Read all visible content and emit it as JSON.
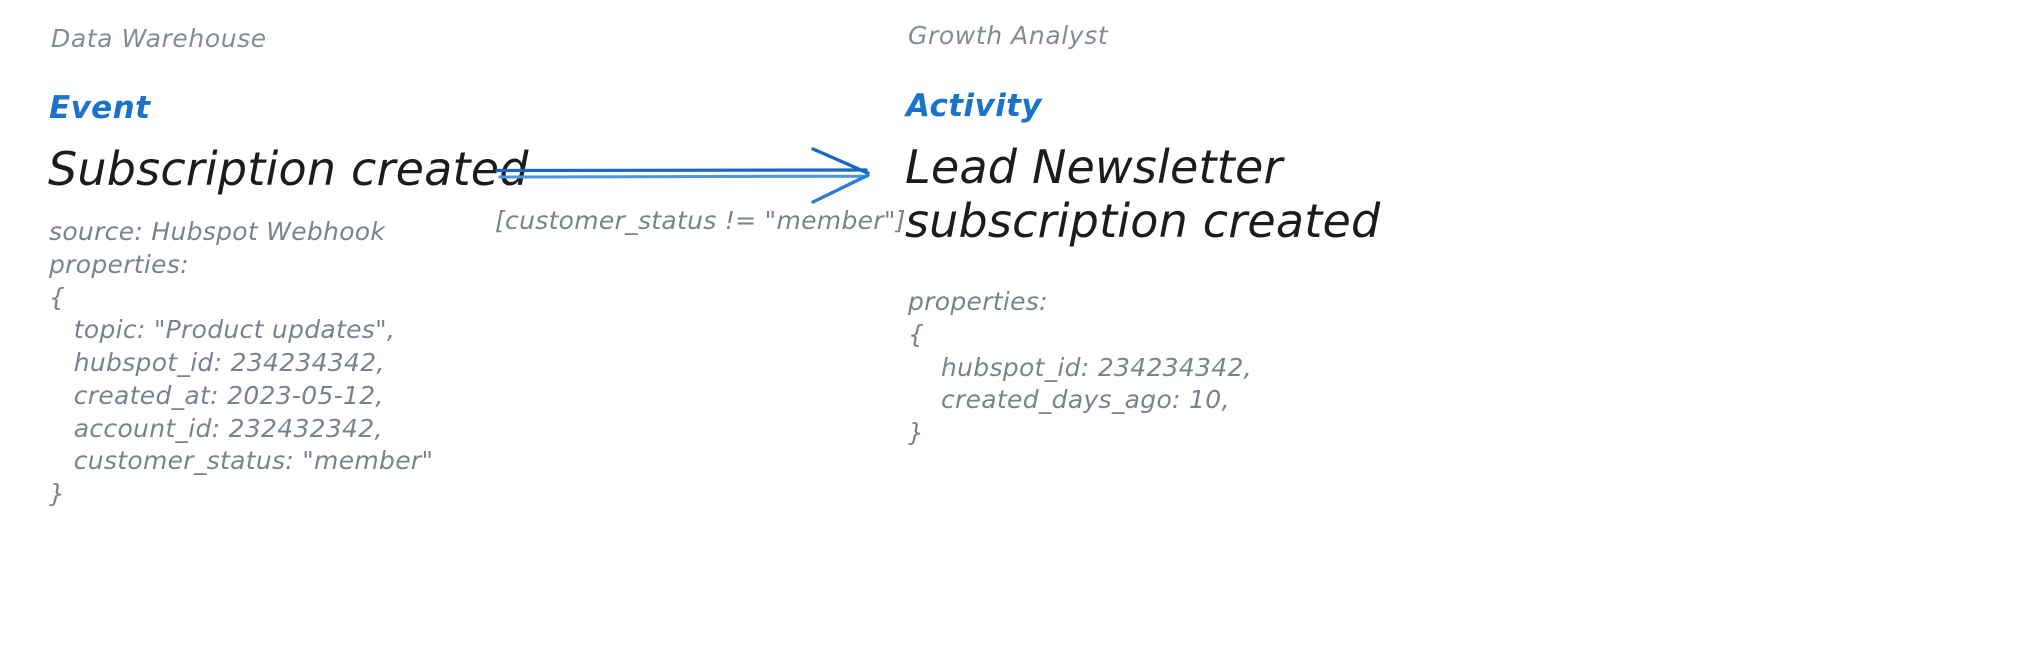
{
  "diagram": {
    "type": "event-to-activity-mapping",
    "background_color": "#ffffff",
    "accent_color": "#1a73c8",
    "muted_color": "#79838f",
    "title_color": "#1c1c1c"
  },
  "nodes": [
    {
      "id": "event",
      "owner": "Data Warehouse",
      "kind": "Event",
      "title": "Subscription created",
      "detail": "source: Hubspot Webhook\nproperties:\n{\n   topic: \"Product updates\",\n   hubspot_id: 234234342,\n   created_at: 2023-05-12,\n   account_id: 232432342,\n   customer_status: \"member\"\n}",
      "fields": {
        "source": "Hubspot Webhook",
        "properties": {
          "topic": "\"Product updates\"",
          "hubspot_id": "234234342",
          "created_at": "2023-05-12",
          "account_id": "232432342",
          "customer_status": "\"member\""
        }
      }
    },
    {
      "id": "activity",
      "owner": "Growth Analyst",
      "kind": "Activity",
      "title": "Lead Newsletter subscription created",
      "detail": "properties:\n{\n    hubspot_id: 234234342,\n    created_days_ago: 10,\n}",
      "fields": {
        "properties": {
          "hubspot_id": "234234342",
          "created_days_ago": "10"
        }
      }
    }
  ],
  "edge": {
    "from": "event",
    "to": "activity",
    "condition": "[customer_status != \"member\"]",
    "style": "double-line-open-arrow",
    "color_primary": "#1668c4",
    "color_secondary": "#4a95df"
  }
}
